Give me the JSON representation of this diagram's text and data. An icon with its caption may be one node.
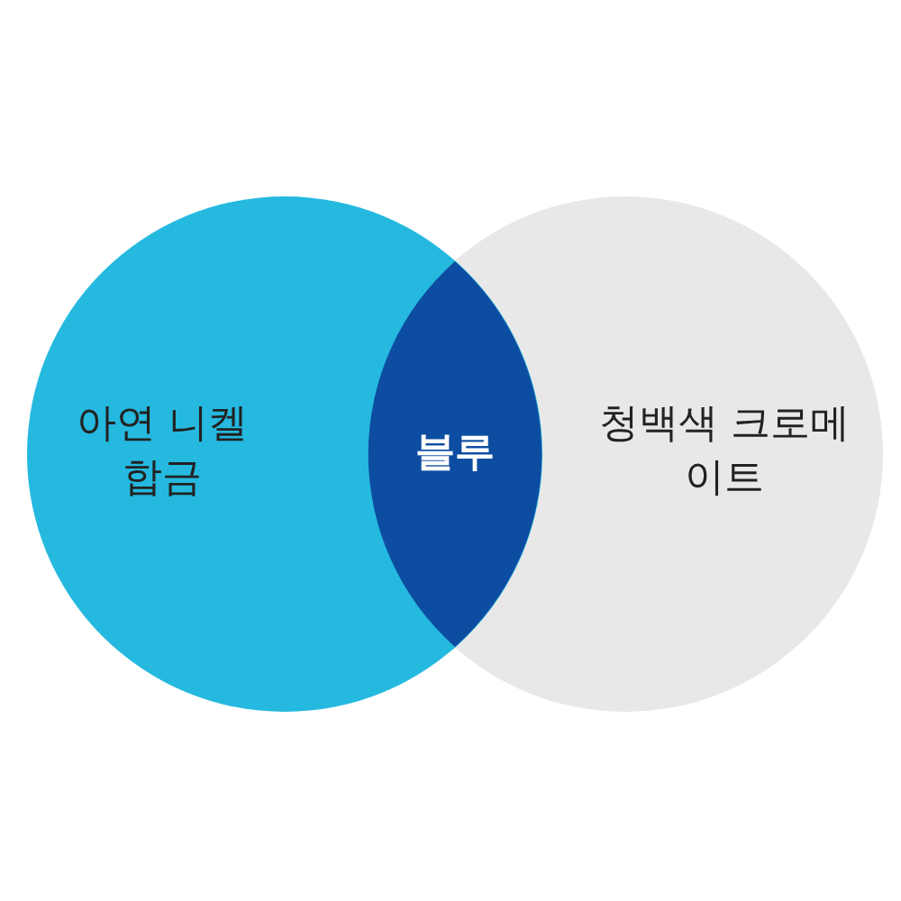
{
  "diagram": {
    "nodes": [
      {
        "text": [
          "아연 니켈합금"
        ]
      },
      {
        "text": [
          "블루"
        ]
      },
      {
        "text": [
          "청백색 크로메이트"
        ]
      }
    ],
    "edges": []
  }
}
